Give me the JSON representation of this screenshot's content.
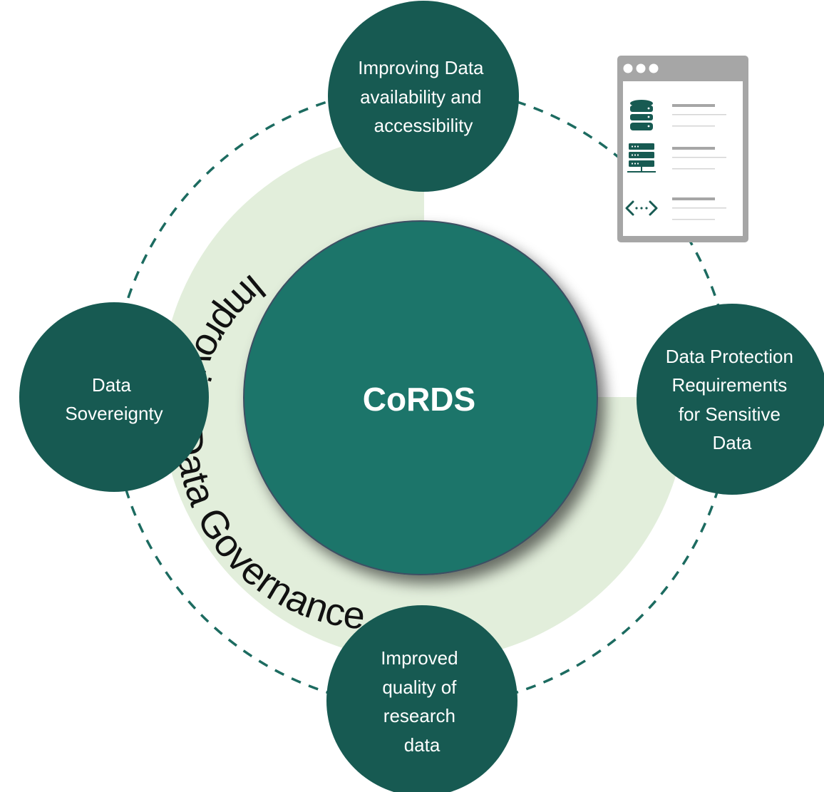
{
  "center": {
    "label": "CoRDS"
  },
  "arc_label": "Improving Data Governance",
  "nodes": {
    "top": {
      "lines": [
        "Improving Data",
        "availability and",
        "accessibility"
      ]
    },
    "right": {
      "lines": [
        "Data Protection",
        "Requirements",
        "for Sensitive",
        "Data"
      ]
    },
    "bottom": {
      "lines": [
        "Improved",
        "quality of",
        "research",
        "data"
      ]
    },
    "left": {
      "lines": [
        "Data",
        "Sovereignty"
      ]
    }
  },
  "browser_panel": {
    "icons": [
      "database-icon",
      "server-icon",
      "code-arrows-icon"
    ]
  },
  "colors": {
    "node_fill": "#175a52",
    "center_fill": "#1e756b",
    "quadrant_fill": "#e2eedb",
    "dashed_ring": "#1c6b60",
    "panel_gray": "#a6a6a6"
  }
}
